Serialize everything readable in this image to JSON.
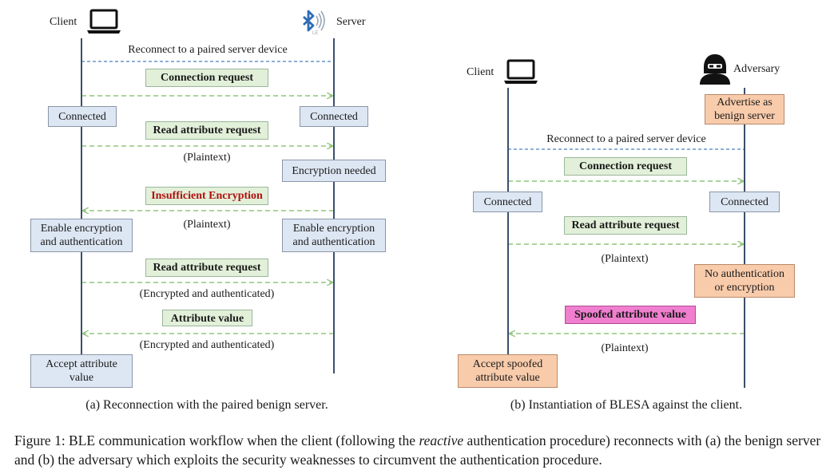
{
  "diagram_a": {
    "client_label": "Client",
    "server_label": "Server",
    "reconnect_note": "Reconnect to a paired server device",
    "messages": [
      "Connection request",
      "Read attribute request",
      "Insufficient Encryption",
      "Read attribute request",
      "Attribute value"
    ],
    "notes": [
      "(Plaintext)",
      "(Plaintext)",
      "(Encrypted and authenticated)",
      "(Encrypted and authenticated)"
    ],
    "client_states": [
      "Connected",
      "Enable encryption and authentication",
      "Accept attribute value"
    ],
    "server_states": [
      "Connected",
      "Encryption needed",
      "Enable encryption and authentication"
    ],
    "caption": "(a) Reconnection with the paired benign server."
  },
  "diagram_b": {
    "client_label": "Client",
    "adversary_label": "Adversary",
    "reconnect_note": "Reconnect to a paired server device",
    "messages": [
      "Connection request",
      "Read attribute request",
      "Spoofed attribute value"
    ],
    "notes": [
      "(Plaintext)",
      "(Plaintext)"
    ],
    "client_states": [
      "Connected",
      "Accept spoofed attribute value"
    ],
    "adversary_states": [
      "Advertise as benign server",
      "Connected",
      "No authentication or encryption"
    ],
    "caption": "(b) Instantiation of BLESA against the client."
  },
  "figure_caption": {
    "prefix": "Figure 1: BLE communication workflow when the client (following the ",
    "emphasis": "reactive",
    "suffix": " authentication procedure) reconnects with (a) the benign server and (b) the adversary which exploits the security weaknesses to circumvent the authentication procedure."
  },
  "icons": {
    "client": "laptop-icon",
    "server": "bluetooth-icon",
    "adversary": "hacker-icon"
  },
  "colors": {
    "lifeline": "#3c4f6b",
    "state_blue": "#dde7f3",
    "state_orange": "#f8cbab",
    "message_green": "#e2f0d9",
    "message_pink": "#f07fcf",
    "arrow_green": "#8fc57a",
    "reconnect_blue": "#4a7fc1",
    "error_red": "#b01010"
  }
}
